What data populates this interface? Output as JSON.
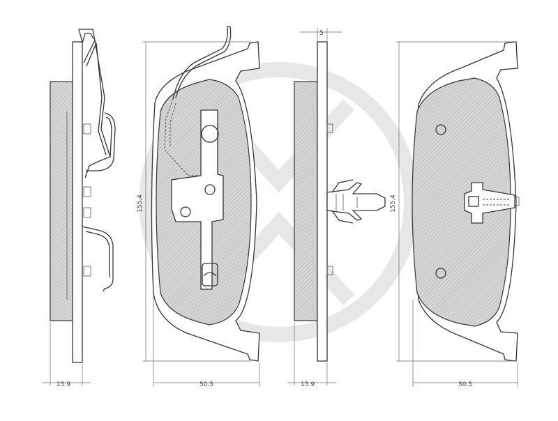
{
  "drawing": {
    "dimensions": {
      "left_pad_thickness": "15.9",
      "left_pad_width": "50.5",
      "left_pad_height": "155.4",
      "right_pad_thickness": "15.9",
      "right_pad_width": "50.5",
      "right_pad_height": "155.4",
      "clip_offset": "5"
    },
    "colors": {
      "line": "#333333",
      "hatch": "#bdbdbd",
      "watermark": "#e2e2e2"
    }
  }
}
